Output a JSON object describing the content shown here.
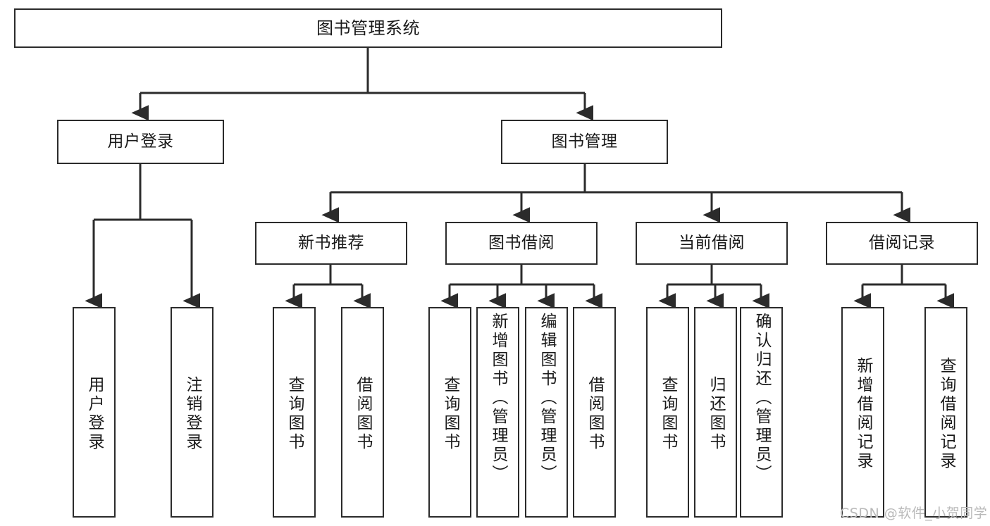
{
  "diagram": {
    "title": "图书管理系统",
    "type": "tree",
    "watermark": "CSDN @软件_小贺同学",
    "colors": {
      "node_border": "#2b2b2b",
      "node_fill": "#ffffff",
      "edge": "#2b2b2b",
      "text": "#1a1a1a",
      "watermark": "#b9b9b9",
      "background": "#ffffff"
    },
    "nodes": {
      "root": {
        "label": "图书管理系统"
      },
      "level2": [
        {
          "id": "user-login",
          "label": "用户登录"
        },
        {
          "id": "book-management",
          "label": "图书管理"
        }
      ],
      "level3": [
        {
          "id": "new-book-recommend",
          "label": "新书推荐"
        },
        {
          "id": "book-borrow",
          "label": "图书借阅"
        },
        {
          "id": "current-borrow",
          "label": "当前借阅"
        },
        {
          "id": "borrow-record",
          "label": "借阅记录"
        }
      ],
      "leaves": {
        "user_login": [
          {
            "id": "leaf-user-login",
            "label": "用户登录"
          },
          {
            "id": "leaf-user-logout",
            "label": "注销登录"
          }
        ],
        "new_book_recommend": [
          {
            "id": "leaf-query-book-1",
            "label": "查询图书"
          },
          {
            "id": "leaf-borrow-book-1",
            "label": "借阅图书"
          }
        ],
        "book_borrow": [
          {
            "id": "leaf-query-book-2",
            "label": "查询图书"
          },
          {
            "id": "leaf-add-book-admin",
            "label": "新增图书（管理员）"
          },
          {
            "id": "leaf-edit-book-admin",
            "label": "编辑图书（管理员）"
          },
          {
            "id": "leaf-borrow-book-2",
            "label": "借阅图书"
          }
        ],
        "current_borrow": [
          {
            "id": "leaf-query-book-3",
            "label": "查询图书"
          },
          {
            "id": "leaf-return-book",
            "label": "归还图书"
          },
          {
            "id": "leaf-confirm-return-admin",
            "label": "确认归还（管理员）"
          }
        ],
        "borrow_record": [
          {
            "id": "leaf-add-borrow-record",
            "label": "新增借阅记录"
          },
          {
            "id": "leaf-query-borrow-record",
            "label": "查询借阅记录"
          }
        ]
      }
    }
  }
}
